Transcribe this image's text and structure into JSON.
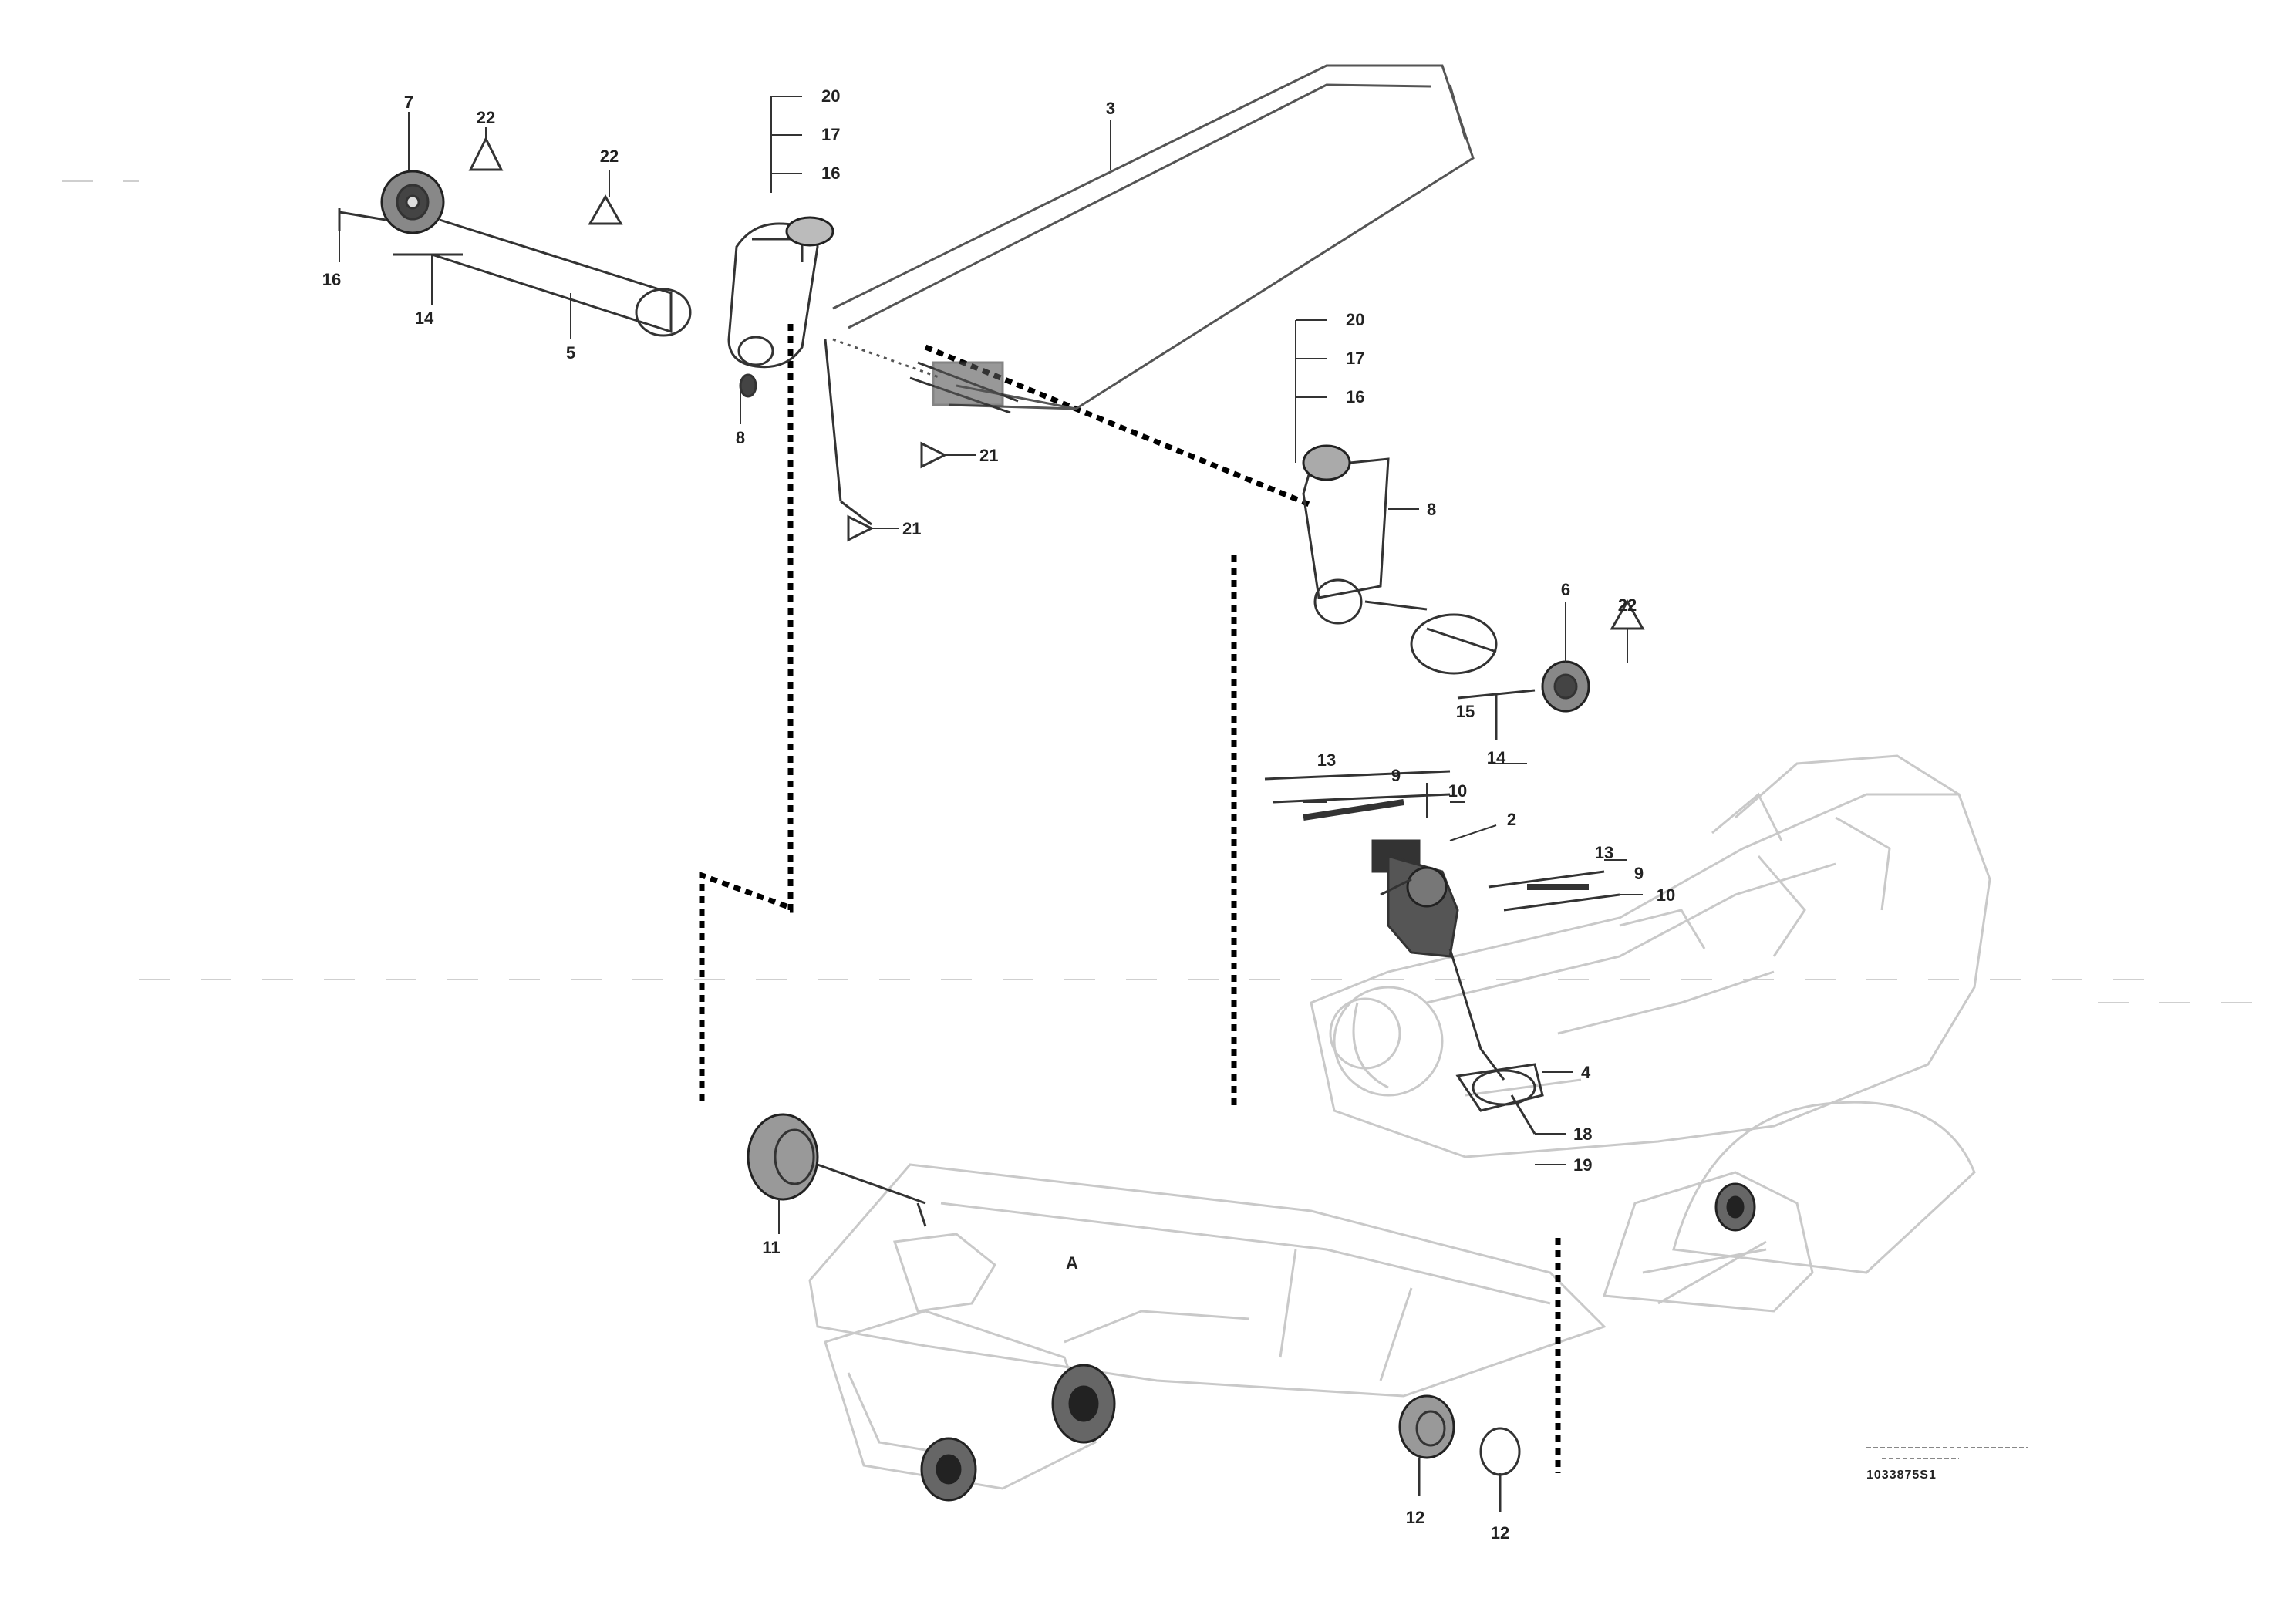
{
  "diagram": {
    "callouts": [
      {
        "id": "c1",
        "text": "7"
      },
      {
        "id": "c2",
        "text": "22"
      },
      {
        "id": "c3",
        "text": "22"
      },
      {
        "id": "c4",
        "text": "16"
      },
      {
        "id": "c5",
        "text": "14"
      },
      {
        "id": "c6",
        "text": "5"
      },
      {
        "id": "c7",
        "text": "20"
      },
      {
        "id": "c8",
        "text": "17"
      },
      {
        "id": "c9",
        "text": "16"
      },
      {
        "id": "c10",
        "text": "8"
      },
      {
        "id": "c11",
        "text": "3"
      },
      {
        "id": "c12",
        "text": "21"
      },
      {
        "id": "c13",
        "text": "21"
      },
      {
        "id": "c14",
        "text": "20"
      },
      {
        "id": "c15",
        "text": "17"
      },
      {
        "id": "c16",
        "text": "16"
      },
      {
        "id": "c17",
        "text": "8"
      },
      {
        "id": "c18",
        "text": "6"
      },
      {
        "id": "c19",
        "text": "22"
      },
      {
        "id": "c20",
        "text": "15"
      },
      {
        "id": "c21",
        "text": "14"
      },
      {
        "id": "c22",
        "text": "13"
      },
      {
        "id": "c23",
        "text": "9"
      },
      {
        "id": "c24",
        "text": "10"
      },
      {
        "id": "c25",
        "text": "2"
      },
      {
        "id": "c26",
        "text": "13"
      },
      {
        "id": "c27",
        "text": "9"
      },
      {
        "id": "c28",
        "text": "10"
      },
      {
        "id": "c29",
        "text": "4"
      },
      {
        "id": "c30",
        "text": "18"
      },
      {
        "id": "c31",
        "text": "19"
      },
      {
        "id": "c32",
        "text": "11"
      },
      {
        "id": "c33",
        "text": "12"
      },
      {
        "id": "c34",
        "text": "12"
      },
      {
        "id": "c35",
        "text": "A"
      }
    ],
    "reference_code": "1033875S1"
  }
}
